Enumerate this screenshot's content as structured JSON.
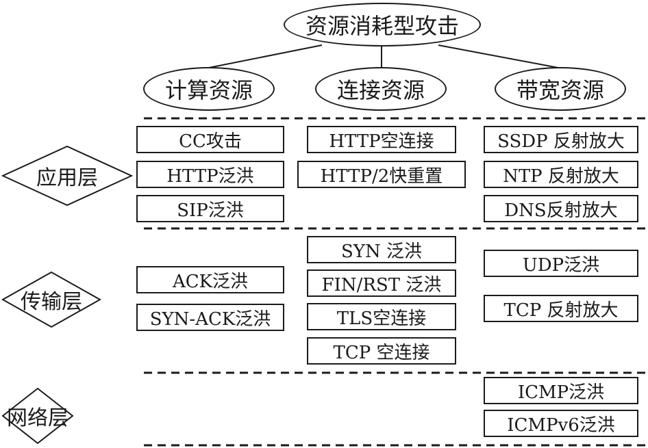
{
  "root": {
    "label": "资源消耗型攻击"
  },
  "categories": [
    {
      "label": "计算资源"
    },
    {
      "label": "连接资源"
    },
    {
      "label": "带宽资源"
    }
  ],
  "layers": [
    {
      "label": "应用层",
      "compute": [
        "CC攻击",
        "HTTP泛洪",
        "SIP泛洪"
      ],
      "connection": [
        "HTTP空连接",
        "HTTP/2快重置"
      ],
      "bandwidth": [
        "SSDP 反射放大",
        "NTP 反射放大",
        "DNS反射放大"
      ]
    },
    {
      "label": "传输层",
      "compute": [
        "ACK泛洪",
        "SYN-ACK泛洪"
      ],
      "connection": [
        "SYN 泛洪",
        "FIN/RST 泛洪",
        "TLS空连接",
        "TCP 空连接"
      ],
      "bandwidth": [
        "UDP泛洪",
        "TCP 反射放大"
      ]
    },
    {
      "label": "网络层",
      "compute": [],
      "connection": [],
      "bandwidth": [
        "ICMP泛洪",
        "ICMPv6泛洪"
      ]
    }
  ]
}
